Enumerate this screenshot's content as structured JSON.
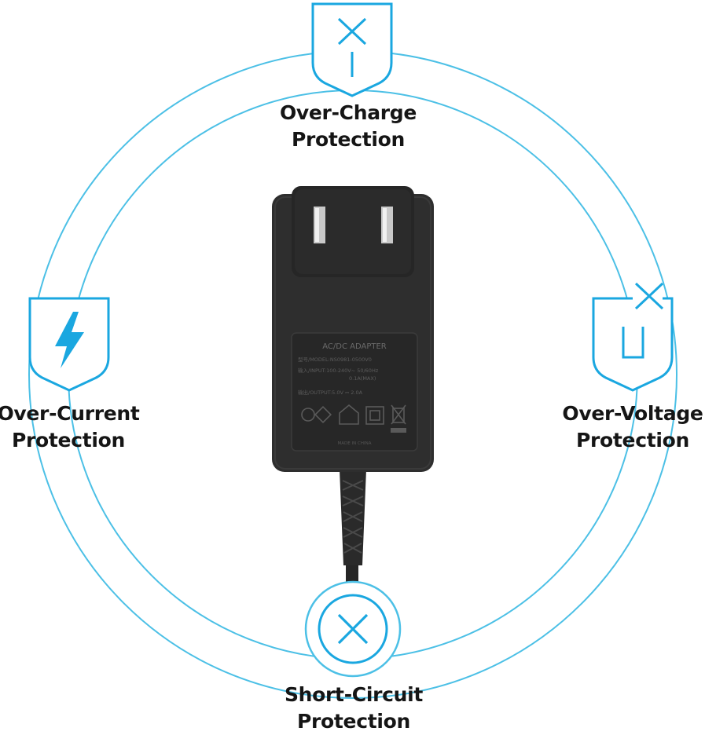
{
  "colors": {
    "ring": "#4cc0e6",
    "icon": "#1aa7e0",
    "adapter": "#2e2e2e",
    "text": "#151515"
  },
  "features": [
    {
      "icon": "shield-charge-icon",
      "line1": "Over-Charge",
      "line2": "Protection"
    },
    {
      "icon": "shield-lightning-icon",
      "line1": "Over-Current",
      "line2": "Protection"
    },
    {
      "icon": "shield-voltage-icon",
      "line1": "Over-Voltage",
      "line2": "Protection"
    },
    {
      "icon": "circle-x-icon",
      "line1": "Short-Circuit",
      "line2": "Protection"
    }
  ],
  "adapter_label": {
    "title": "AC/DC ADAPTER",
    "lines": [
      "型号/MODEL:NS0981-0500V0",
      "输入/INPUT:100-240V~ 50/60Hz",
      "0.1A(MAX)",
      "输出/OUTPUT:5.0V ⎓ 2.0A"
    ],
    "footer": "MADE IN CHINA"
  }
}
